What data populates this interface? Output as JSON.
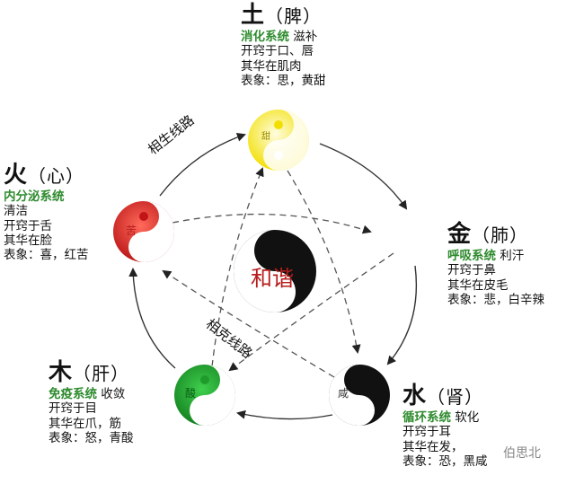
{
  "center": {
    "label": "和谐"
  },
  "cycles": {
    "generating": "相生线路",
    "restraining": "相克线路"
  },
  "elements": {
    "earth": {
      "element": "土",
      "organ": "（脾）",
      "system": "消化系统",
      "system_note": "滋补",
      "opening": "开窍于口、唇",
      "flourish": "其华在肌肉",
      "manifest": "表象：思，黄甜",
      "taste_char": "甜",
      "color": "#f5e600"
    },
    "fire": {
      "element": "火",
      "organ": "（心）",
      "system": "内分泌系统",
      "system_note": "清洁",
      "opening": "开窍于舌",
      "flourish": "其华在脸",
      "manifest": "表象：喜，红苦",
      "taste_char": "苦",
      "color": "#d0191b"
    },
    "metal": {
      "element": "金",
      "organ": "（肺）",
      "system": "呼吸系统",
      "system_note": "利汗",
      "opening": "开窍于鼻",
      "flourish": "其华在皮毛",
      "manifest": "表象：悲，白辛辣",
      "taste_char": "",
      "color": "#ffffff"
    },
    "wood": {
      "element": "木",
      "organ": "（肝）",
      "system": "免疫系统",
      "system_note": "收敛",
      "opening": "开窍于目",
      "flourish": "其华在爪，筋",
      "manifest": "表象：怒，青酸",
      "taste_char": "酸",
      "color": "#1f9b2c"
    },
    "water": {
      "element": "水",
      "organ": "（肾）",
      "system": "循环系统",
      "system_note": "软化",
      "opening": "开窍于耳",
      "flourish": "其华在发，",
      "manifest": "表象：恐，黑咸",
      "taste_char": "咸",
      "color": "#111111"
    }
  },
  "watermark": "伯思北"
}
